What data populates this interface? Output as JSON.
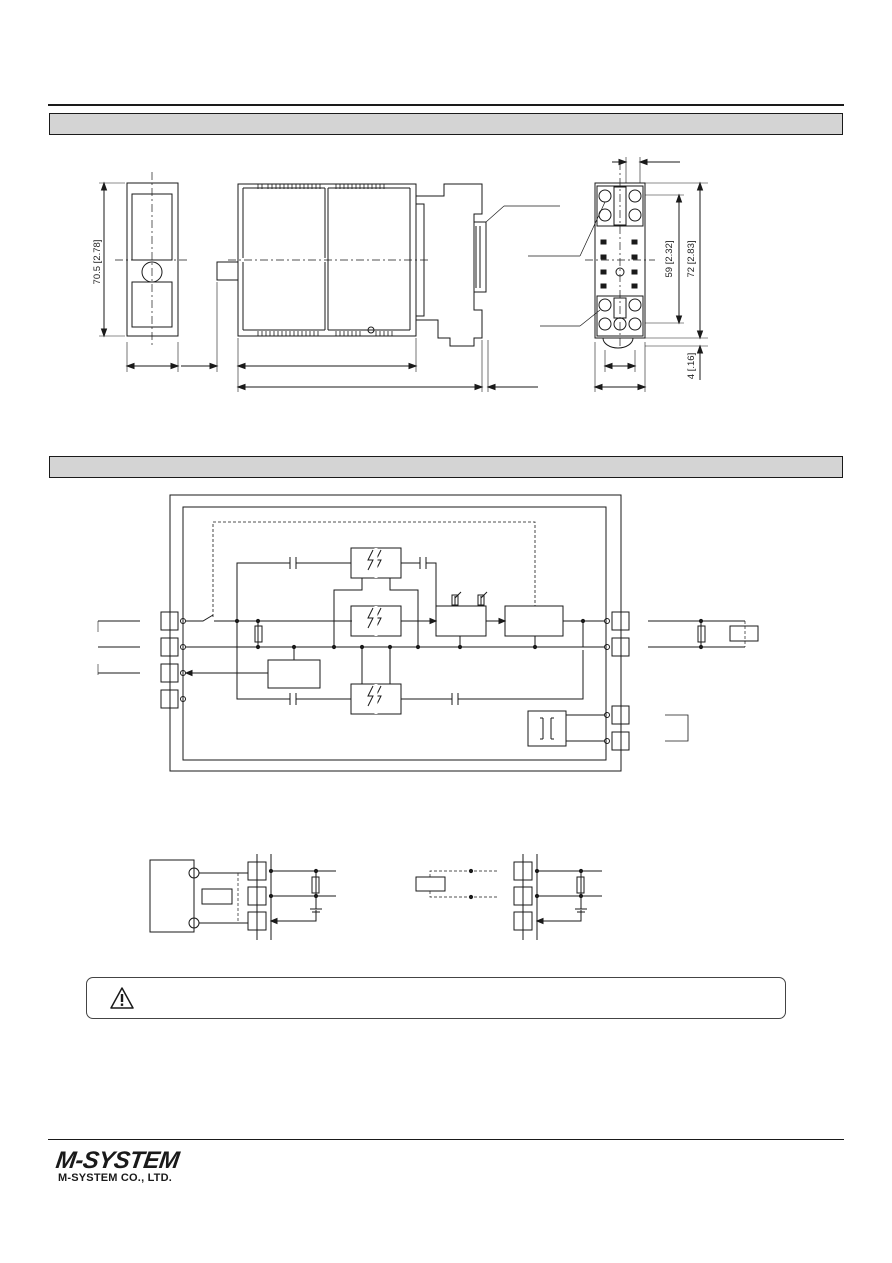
{
  "dimensions": {
    "height_label": "70.5 [2.78]",
    "mount_spacing_label": "59 [2.32]",
    "socket_height_label": "72 [2.83]",
    "bottom_offset_label": "4 [.16]"
  },
  "footer": {
    "logo": "M-SYSTEM",
    "company": "M-SYSTEM CO., LTD."
  },
  "colors": {
    "line": "#1a1a1a",
    "section_bar": "#d4d4d4"
  },
  "icons": {
    "warning": "warning-triangle-icon"
  }
}
